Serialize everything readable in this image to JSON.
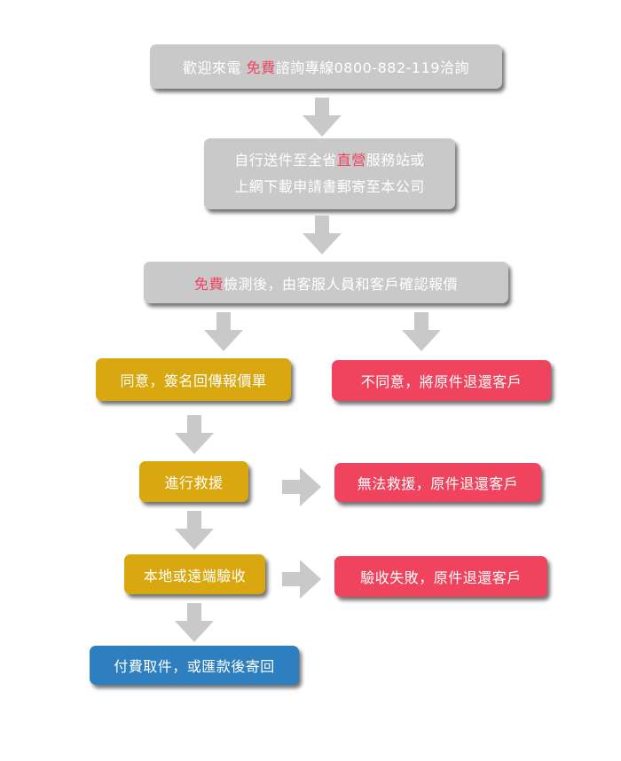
{
  "colors": {
    "gray_box": "#c9c9c9",
    "yellow_box": "#d9a710",
    "red_box": "#f0435e",
    "blue_box": "#2d7fc0",
    "highlight_text": "#f0435e",
    "arrow": "#c9c9c9"
  },
  "steps": {
    "consult": {
      "pre": "歡迎來電 ",
      "highlight": "免費",
      "post": "諮詢專線0800-882-119洽詢"
    },
    "send": {
      "line1_pre": "自行送件至全省",
      "line1_highlight": "直營",
      "line1_post": "服務站或",
      "line2": "上網下載申請書郵寄至本公司"
    },
    "inspect": {
      "highlight": "免費",
      "post": "檢測後，由客服人員和客戶確認報價"
    },
    "agree": "同意，簽名回傳報價單",
    "disagree": "不同意，將原件退還客戶",
    "rescue": "進行救援",
    "rescue_fail": "無法救援，原件退還客戶",
    "acceptance": "本地或遠端驗收",
    "acceptance_fail": "驗收失敗，原件退還客戶",
    "pickup": "付費取件，或匯款後寄回"
  },
  "icons": {
    "down": "arrow-down-icon",
    "right": "arrow-right-icon"
  }
}
